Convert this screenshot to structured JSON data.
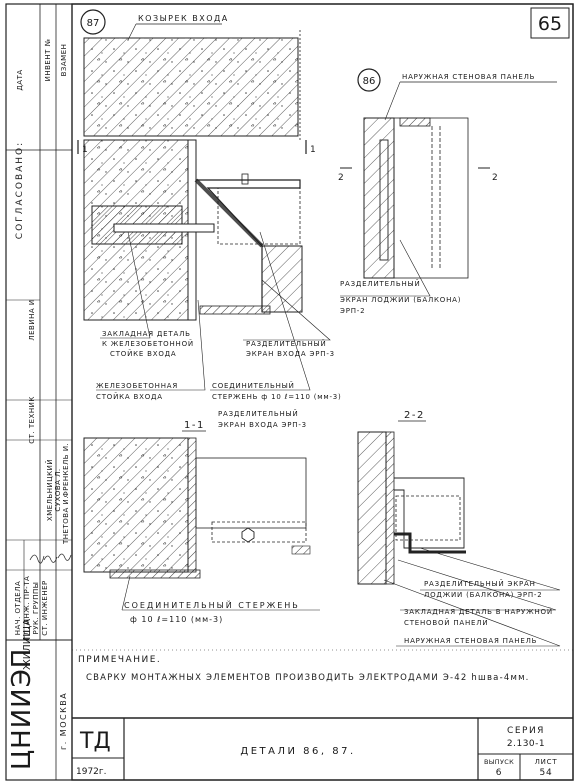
{
  "sheet": {
    "page_number": "65",
    "year": "1972г.",
    "stamp": "ТД"
  },
  "sidebar": {
    "org_name": "ЦНИИЭП",
    "org_sub": "ЖИЛИЩА",
    "city": "г. МОСКВА",
    "top_columns": [
      "ДАТА",
      "ИНВЕНТ №",
      "ВЗАМЕН"
    ],
    "agreed": "СОГЛАСОВАНО:",
    "person_levina": "ЛЕВИНА И",
    "signatures": [
      {
        "role": "НАЧ. ОТДЕЛА",
        "name": "ХМЕЛЬНИЦКИЙ"
      },
      {
        "role": "ГЛ. ИНЖ. ПР-ТА",
        "name": "СУХОВА Л."
      },
      {
        "role": "РУК. ГРУППЫ",
        "name": "ФРЕНКЕЛЬ И."
      },
      {
        "role": "СТ. ИНЖЕНЕР",
        "name": "ТНЕТОВА И."
      },
      {
        "role": "СТ. ТЕХНИК",
        "name": ""
      }
    ]
  },
  "detail_87": {
    "marker": "87",
    "title": "КОЗЫРЕК ВХОДА",
    "cut_mark": "1",
    "labels": {
      "embed": [
        "ЗАКЛАДНАЯ ДЕТАЛЬ",
        "К ЖЕЛЕЗОБЕТОННОЙ",
        "СТОЙКЕ ВХОДА"
      ],
      "column": [
        "ЖЕЛЕЗОБЕТОННАЯ",
        "СТОЙКА ВХОДА"
      ],
      "screen": [
        "РАЗДЕЛИТЕЛЬНЫЙ",
        "ЭКРАН ВХОДА ЭРП-3"
      ],
      "rod": [
        "СОЕДИНИТЕЛЬНЫЙ",
        "СТЕРЖЕНЬ ф 10 ℓ=110 (мм-3)"
      ],
      "screen2": [
        "РАЗДЕЛИТЕЛЬНЫЙ",
        "ЭКРАН ВХОДА ЭРП-3"
      ]
    }
  },
  "section_1_1": {
    "title": "1-1",
    "rod_label": "СОЕДИНИТЕЛЬНЫЙ    СТЕРЖЕНЬ",
    "rod_spec": "ф 10   ℓ=110   (мм-3)"
  },
  "detail_86": {
    "marker": "86",
    "title": "НАРУЖНАЯ СТЕНОВАЯ ПАНЕЛЬ",
    "cut_mark": "2",
    "screen_label": [
      "РАЗДЕЛИТЕЛЬНЫЙ",
      "ЭКРАН ЛОДЖИИ (БАЛКОНА)",
      "ЭРП-2"
    ]
  },
  "section_2_2": {
    "title": "2-2",
    "labels": [
      "РАЗДЕЛИТЕЛЬНЫЙ ЭКРАН",
      "ЛОДЖИИ (БАЛКОНА) ЭРП-2",
      "ЗАКЛАДНАЯ ДЕТАЛЬ В НАРУЖНОЙ",
      "СТЕНОВОЙ ПАНЕЛИ",
      "НАРУЖНАЯ СТЕНОВАЯ ПАНЕЛЬ"
    ]
  },
  "note": {
    "heading": "ПРИМЕЧАНИЕ.",
    "text": "СВАРКУ МОНТАЖНЫХ ЭЛЕМЕНТОВ ПРОИЗВОДИТЬ ЭЛЕКТРОДАМИ Э-42 hшва-4мм."
  },
  "title_block": {
    "title": "ДЕТАЛИ 86, 87.",
    "series_label": "СЕРИЯ",
    "series_value": "2.130-1",
    "issue_label": "ВЫПУСК",
    "issue_value": "6",
    "sheet_label": "ЛИСТ",
    "sheet_value": "54"
  }
}
